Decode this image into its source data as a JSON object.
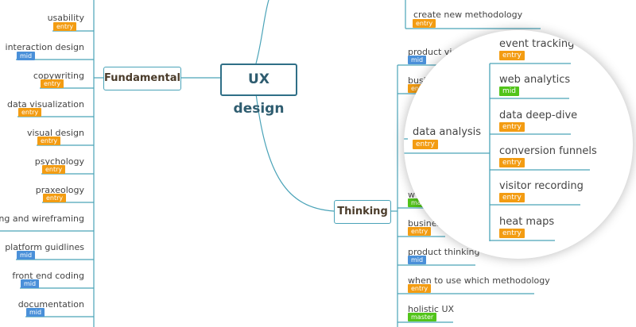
{
  "root": {
    "label": "UX design"
  },
  "fundamental": {
    "label": "Fundamental",
    "items": [
      {
        "label": "usability",
        "level": "entry"
      },
      {
        "label": "interaction design",
        "level": "mid"
      },
      {
        "label": "copywriting",
        "level": "entry"
      },
      {
        "label": "data visualization",
        "level": "entry"
      },
      {
        "label": "visual design",
        "level": "entry"
      },
      {
        "label": "psychology",
        "level": "entry"
      },
      {
        "label": "praxeology",
        "level": "entry"
      },
      {
        "label": "typing and wireframing",
        "level": ""
      },
      {
        "label": "platform guidlines",
        "level": "mid"
      },
      {
        "label": "front end coding",
        "level": "mid"
      },
      {
        "label": "documentation",
        "level": "mid"
      }
    ]
  },
  "top_item": {
    "label": "create new methodology",
    "level": "entry"
  },
  "thinking": {
    "label": "Thinking",
    "items": [
      {
        "label": "product vie",
        "level": "mid"
      },
      {
        "label": "busi",
        "level": "entry"
      },
      {
        "label": "w",
        "level": "maste"
      },
      {
        "label": "business",
        "level": "entry"
      },
      {
        "label": "product thinking",
        "level": "mid"
      },
      {
        "label": "when to use which methodology",
        "level": "entry"
      },
      {
        "label": "holistic UX",
        "level": "master"
      }
    ]
  },
  "lens": {
    "parent": {
      "label": "data analysis",
      "level": "entry"
    },
    "children": [
      {
        "label": "event tracking",
        "level": "entry"
      },
      {
        "label": "web analytics",
        "level": "mid"
      },
      {
        "label": "data deep-dive",
        "level": "entry"
      },
      {
        "label": "conversion funnels",
        "level": "entry"
      },
      {
        "label": "visitor recording",
        "level": "entry"
      },
      {
        "label": "heat maps",
        "level": "entry"
      }
    ]
  },
  "colors": {
    "entry": "#f39c12",
    "mid": "#4a90d9",
    "master": "#52c41a",
    "link": "#4aa3b8",
    "root_border": "#2f6f87"
  }
}
